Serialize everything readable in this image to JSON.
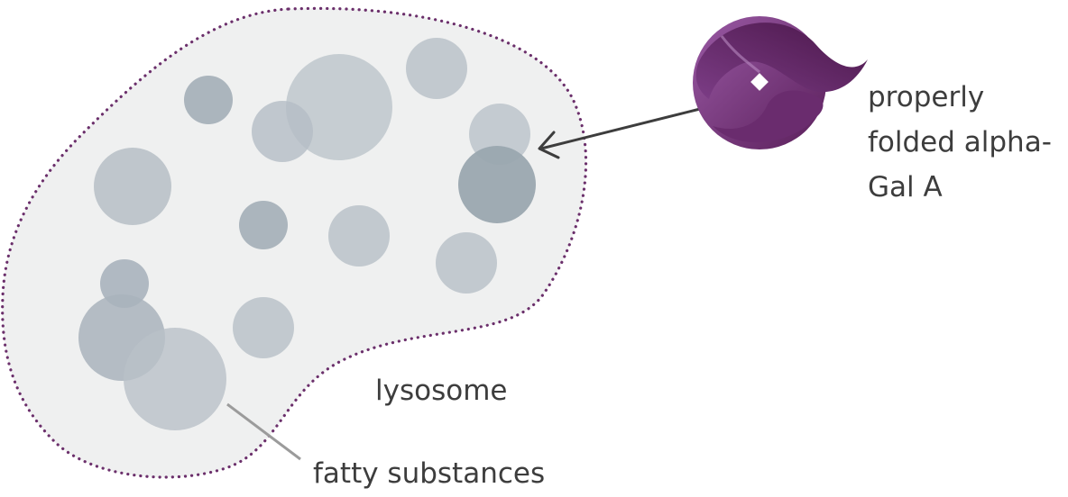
{
  "diagram": {
    "labels": {
      "lysosome": "lysosome",
      "fatty_substances": "fatty substances",
      "protein_line1": "properly",
      "protein_line2": "folded alpha-",
      "protein_line3": "Gal A"
    },
    "colors": {
      "membrane_fill": "#eff0f0",
      "membrane_dots": "#6b2f6b",
      "lipid_light": "#c6ccd2",
      "lipid_mid": "#b4bdc5",
      "lipid_dark": "#9aa6af",
      "protein_light": "#8a4c95",
      "protein_dark": "#4f1a4e",
      "arrow": "#3d3d3d",
      "leader_line": "#9b9b9b"
    },
    "icons": [
      "alpha-gal-a-protein-icon",
      "arrow-icon"
    ]
  }
}
